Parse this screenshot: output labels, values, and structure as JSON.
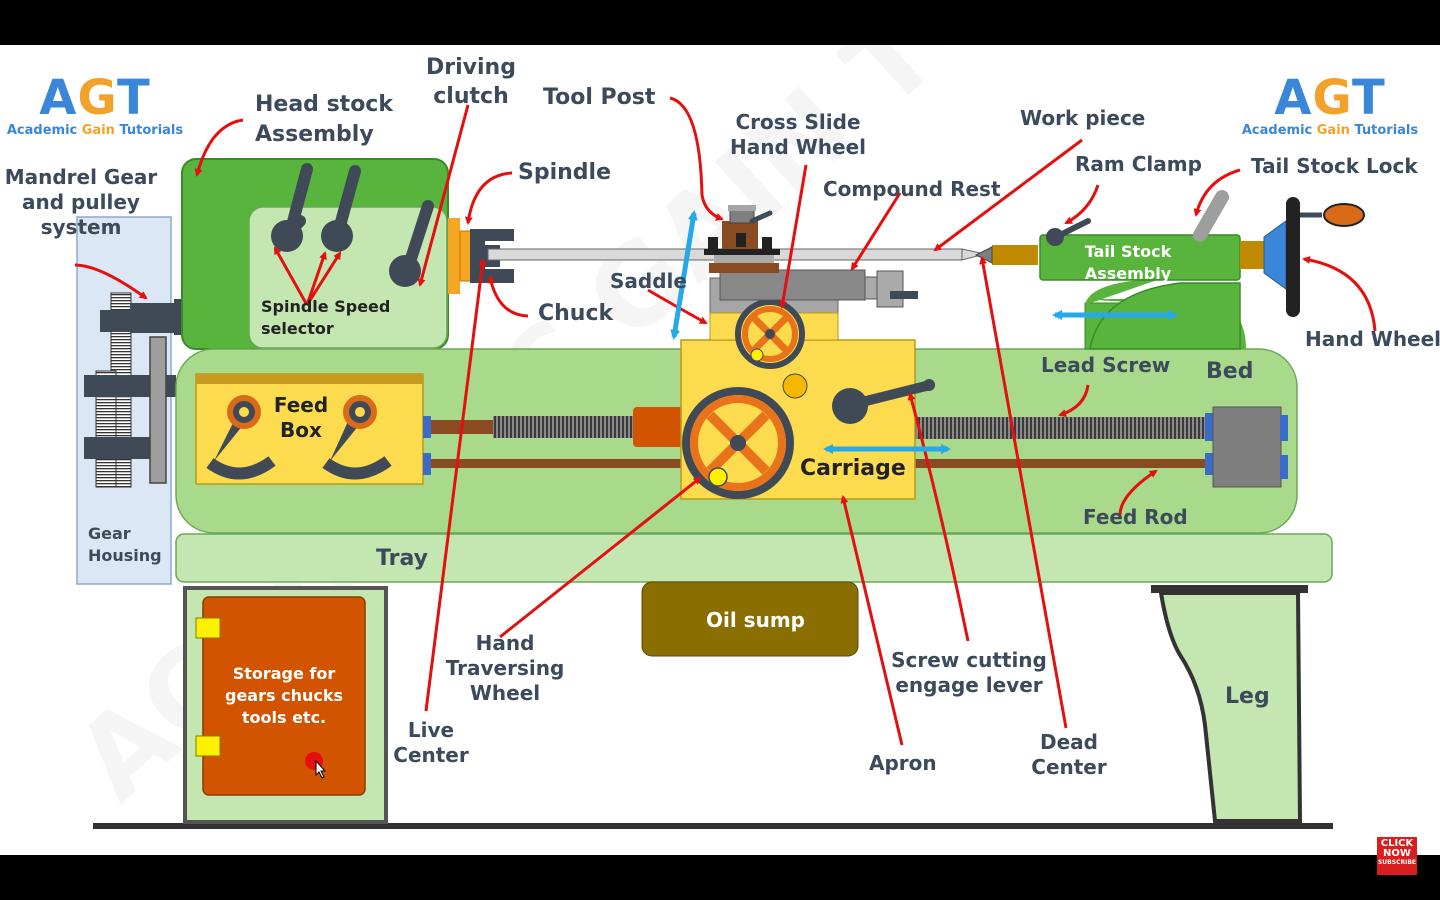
{
  "brand": {
    "logo_text": "AGT",
    "tagline": "Academic Gain Tutorials"
  },
  "labels": {
    "mandrel_gear": [
      "Mandrel Gear",
      "and pulley",
      "system"
    ],
    "head_stock": [
      "Head stock",
      "Assembly"
    ],
    "driving_clutch": [
      "Driving",
      "clutch"
    ],
    "tool_post": "Tool Post",
    "cross_slide": [
      "Cross Slide",
      "Hand Wheel"
    ],
    "work_piece": "Work piece",
    "ram_clamp": "Ram Clamp",
    "tail_stock_lock": "Tail Stock Lock",
    "spindle": "Spindle",
    "compound_rest": "Compound Rest",
    "saddle": "Saddle",
    "chuck": "Chuck",
    "spindle_speed": [
      "Spindle Speed",
      "selector"
    ],
    "tail_stock_assembly": [
      "Tail Stock",
      "Assembly"
    ],
    "hand_wheel": "Hand Wheel",
    "lead_screw": "Lead Screw",
    "bed": "Bed",
    "feed_box": [
      "Feed",
      "Box"
    ],
    "carriage": "Carriage",
    "feed_rod": "Feed Rod",
    "gear_housing": [
      "Gear",
      "Housing"
    ],
    "tray": "Tray",
    "oil_sump": "Oil sump",
    "storage": [
      "Storage for",
      "gears chucks",
      "tools etc."
    ],
    "hand_traversing": [
      "Hand",
      "Traversing",
      "Wheel"
    ],
    "screw_cutting": [
      "Screw cutting",
      "engage lever"
    ],
    "leg": "Leg",
    "live_center": [
      "Live",
      "Center"
    ],
    "apron": "Apron",
    "dead_center": [
      "Dead",
      "Center"
    ]
  },
  "subscribe_badge": {
    "line1": "CLICK",
    "line2": "NOW",
    "line3": "SUBSCRIBE"
  },
  "colors": {
    "green_dark": "#58b43c",
    "green_light": "#a9d98a",
    "green_pale": "#c4e6b1",
    "yellow": "#fddb4e",
    "orange": "#d86a1a",
    "gray": "#7f7f7f",
    "arrow_red": "#e41010",
    "arrow_blue": "#26a9e8",
    "label": "#3c4a5c"
  }
}
